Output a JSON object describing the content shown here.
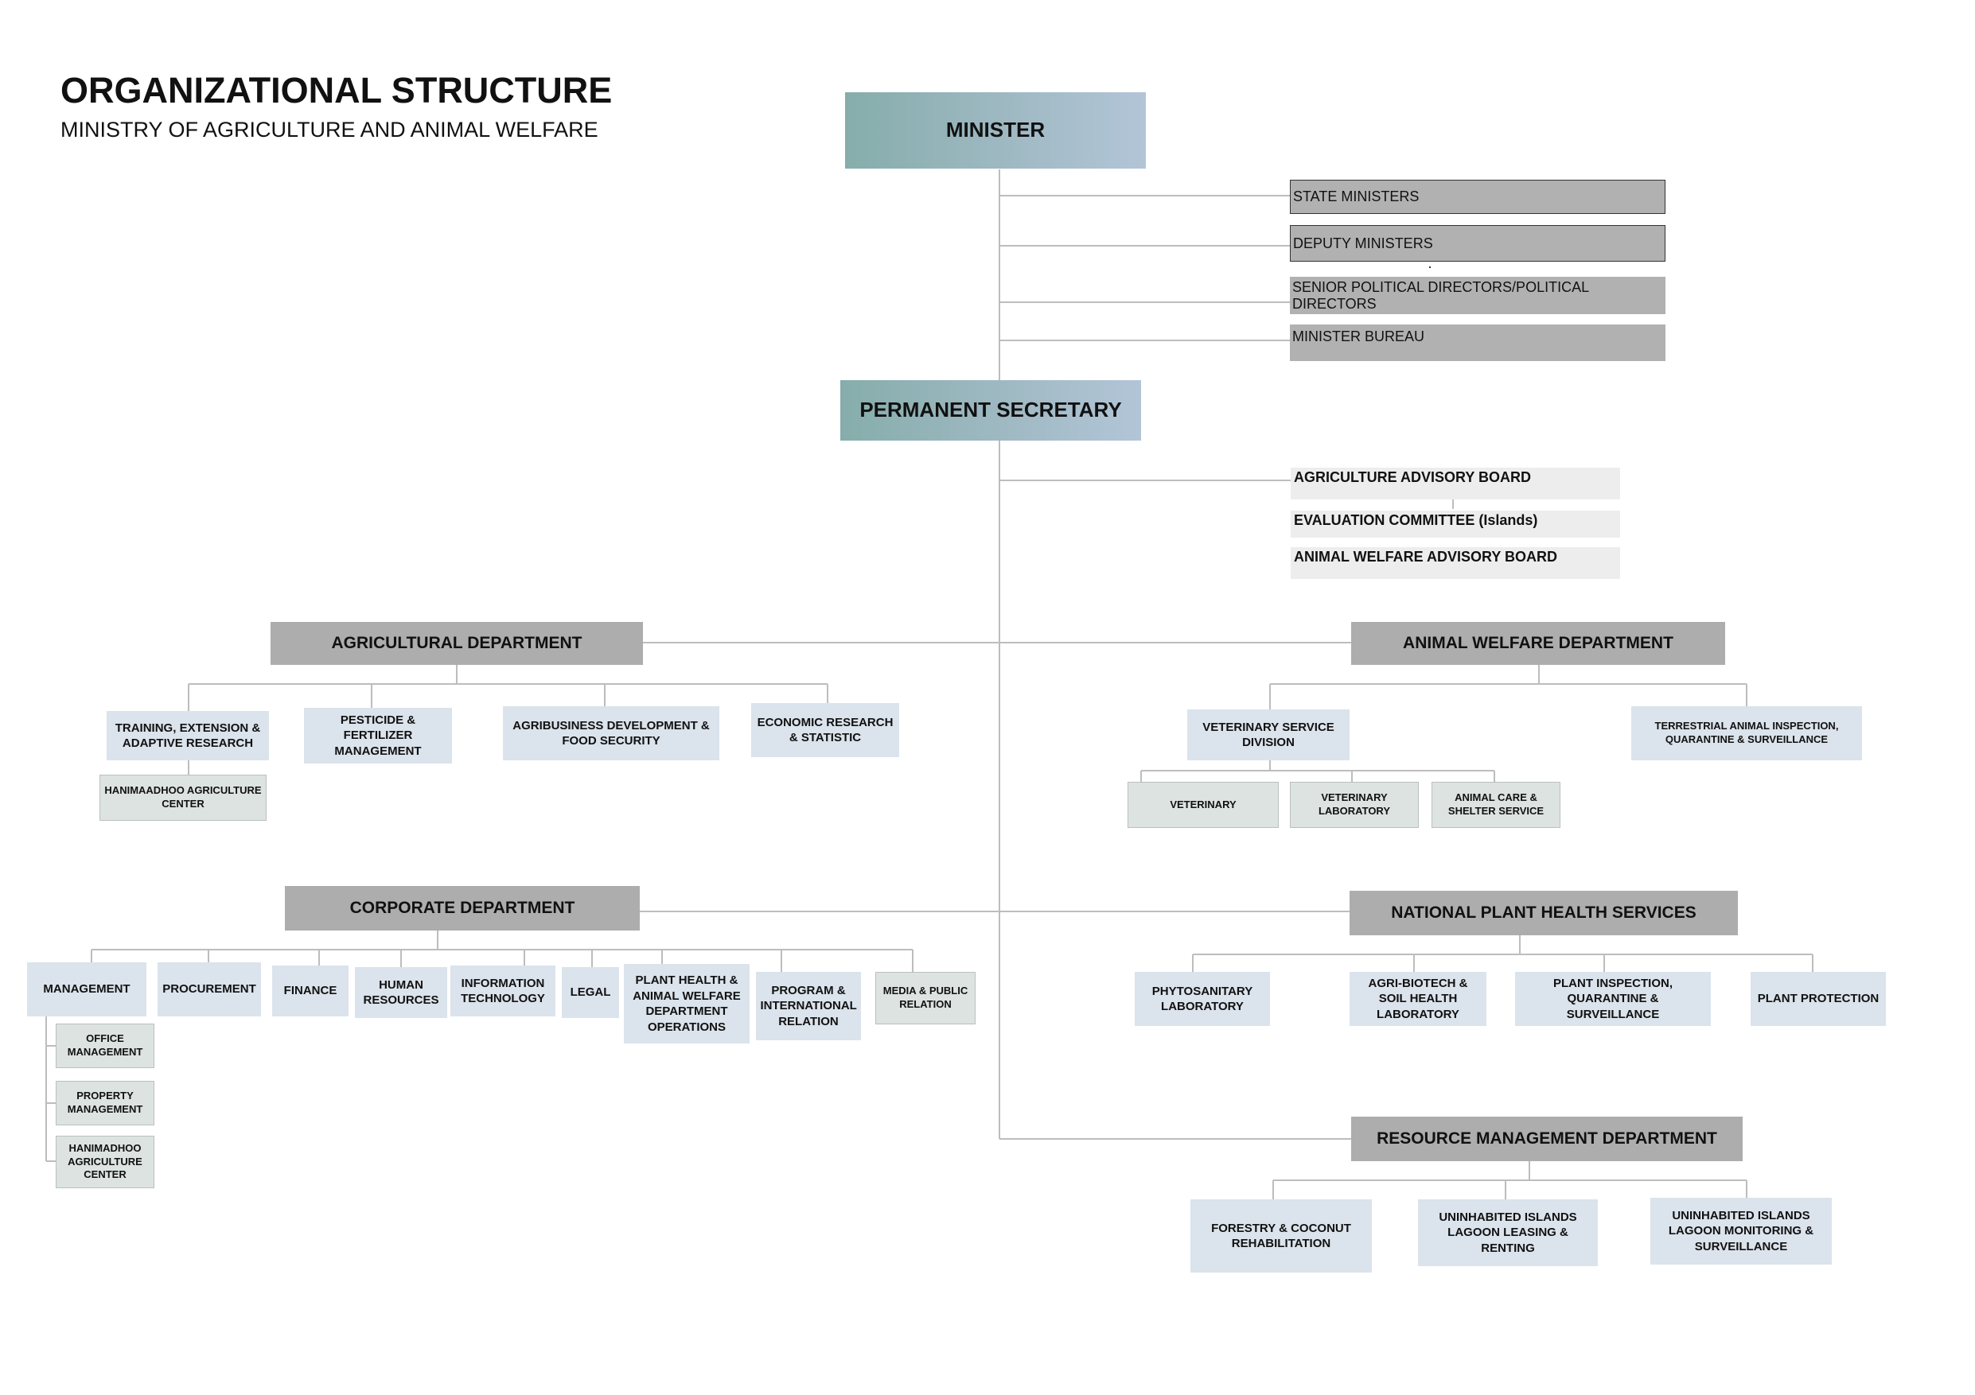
{
  "header": {
    "title": "ORGANIZATIONAL STRUCTURE",
    "subtitle": "MINISTRY OF AGRICULTURE AND ANIMAL WELFARE"
  },
  "top": {
    "minister": "MINISTER",
    "permanent_secretary": "PERMANENT SECRETARY"
  },
  "political": {
    "state_ministers": "STATE MINISTERS",
    "deputy_ministers": "DEPUTY MINISTERS",
    "senior_political_directors": "SENIOR POLITICAL DIRECTORS/POLITICAL DIRECTORS",
    "minister_bureau": "MINISTER BUREAU"
  },
  "boards": {
    "agriculture_advisory": "AGRICULTURE ADVISORY BOARD",
    "evaluation_committee": "EVALUATION COMMITTEE (Islands)",
    "animal_welfare_advisory": "ANIMAL WELFARE ADVISORY BOARD"
  },
  "agricultural": {
    "name": "AGRICULTURAL DEPARTMENT",
    "training": "TRAINING, EXTENSION & ADAPTIVE RESEARCH",
    "pesticide": "PESTICIDE & FERTILIZER MANAGEMENT",
    "agribusiness": "AGRIBUSINESS DEVELOPMENT & FOOD SECURITY",
    "economic": "ECONOMIC RESEARCH & STATISTIC",
    "hanimaadhoo": "HANIMAADHOO AGRICULTURE CENTER"
  },
  "animal_welfare": {
    "name": "ANIMAL WELFARE DEPARTMENT",
    "veterinary_service": "VETERINARY SERVICE DIVISION",
    "terrestrial": "TERRESTRIAL ANIMAL INSPECTION, QUARANTINE & SURVEILLANCE",
    "veterinary": "VETERINARY",
    "veterinary_lab": "VETERINARY LABORATORY",
    "animal_care": "ANIMAL CARE & SHELTER SERVICE"
  },
  "corporate": {
    "name": "CORPORATE DEPARTMENT",
    "management": "MANAGEMENT",
    "procurement": "PROCUREMENT",
    "finance": "FINANCE",
    "hr": "HUMAN RESOURCES",
    "it": "INFORMATION TECHNOLOGY",
    "legal": "LEGAL",
    "plant_health_ops": "PLANT HEALTH & ANIMAL WELFARE DEPARTMENT OPERATIONS",
    "program": "PROGRAM & INTERNATIONAL RELATION",
    "media": "MEDIA & PUBLIC RELATION",
    "office_mgmt": "OFFICE MANAGEMENT",
    "property_mgmt": "PROPERTY MANAGEMENT",
    "hanimadhoo": "HANIMADHOO AGRICULTURE CENTER"
  },
  "plant_health": {
    "name": "NATIONAL PLANT  HEALTH SERVICES",
    "phytosanitary": "PHYTOSANITARY LABORATORY",
    "agri_biotech": "AGRI-BIOTECH & SOIL HEALTH LABORATORY",
    "inspection": "PLANT INSPECTION, QUARANTINE & SURVEILLANCE",
    "protection": "PLANT PROTECTION"
  },
  "resource": {
    "name": "RESOURCE MANAGEMENT  DEPARTMENT",
    "forestry": "FORESTRY & COCONUT REHABILITATION",
    "leasing": "UNINHABITED ISLANDS LAGOON LEASING & RENTING",
    "monitoring": "UNINHABITED ISLANDS LAGOON MONITORING & SURVEILLANCE"
  }
}
